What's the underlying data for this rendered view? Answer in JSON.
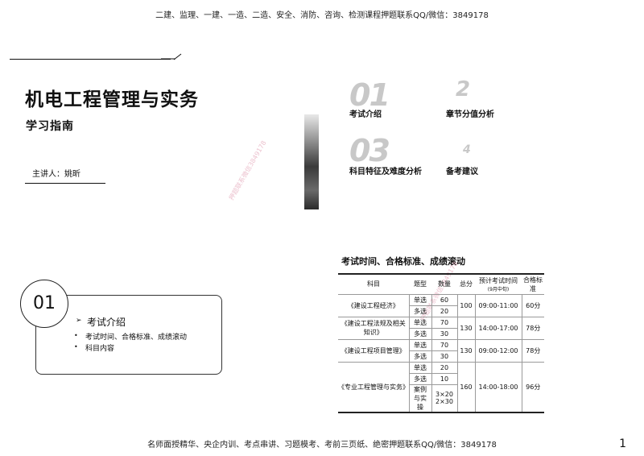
{
  "header": {
    "text": "二建、监理、一建、一造、二造、安全、消防、咨询、检测课程押题联系QQ/微信：3849178"
  },
  "footer": {
    "text": "名师面授精华、央企内训、考点串讲、习题模考、考前三页纸、绝密押题联系QQ/微信：3849178",
    "page_number": "1"
  },
  "cover": {
    "title": "机电工程管理与实务",
    "subtitle": "学习指南",
    "presenter": "主讲人：姚昕"
  },
  "toc": [
    {
      "num": "01",
      "label": "考试介绍"
    },
    {
      "num": "2",
      "label": "章节分值分析"
    },
    {
      "num": "03",
      "label": "科目特征及难度分析"
    },
    {
      "num": "4",
      "label": "备考建议"
    }
  ],
  "section": {
    "number": "01",
    "title": "考试介绍",
    "arrow": "➢",
    "items": [
      "考试时间、合格标准、成绩滚动",
      "科目内容"
    ]
  },
  "exam_table": {
    "title": "考试时间、合格标准、成绩滚动",
    "headers": {
      "subject": "科目",
      "type": "题型",
      "count": "数量",
      "total": "总分",
      "time": "预计考试时间",
      "time_note": "(9月中旬)",
      "pass": "合格标准"
    },
    "rows": [
      {
        "subject": "《建设工程经济》",
        "total": "100",
        "time": "09:00-11:00",
        "pass": "60分",
        "types": [
          {
            "type": "单选",
            "count": "60"
          },
          {
            "type": "多选",
            "count": "20"
          }
        ]
      },
      {
        "subject": "《建设工程法规及相关知识》",
        "total": "130",
        "time": "14:00-17:00",
        "pass": "78分",
        "types": [
          {
            "type": "单选",
            "count": "70"
          },
          {
            "type": "多选",
            "count": "30"
          }
        ]
      },
      {
        "subject": "《建设工程项目管理》",
        "total": "130",
        "time": "09:00-12:00",
        "pass": "78分",
        "types": [
          {
            "type": "单选",
            "count": "70"
          },
          {
            "type": "多选",
            "count": "30"
          }
        ]
      },
      {
        "subject": "《专业工程管理与实务》",
        "total": "160",
        "time": "14:00-18:00",
        "pass": "96分",
        "types": [
          {
            "type": "单选",
            "count": "20"
          },
          {
            "type": "多选",
            "count": "10"
          },
          {
            "type": "案例与实操",
            "count": "3×20 2×30"
          }
        ]
      }
    ]
  },
  "watermark": {
    "text": "押题联系微信3849178"
  }
}
